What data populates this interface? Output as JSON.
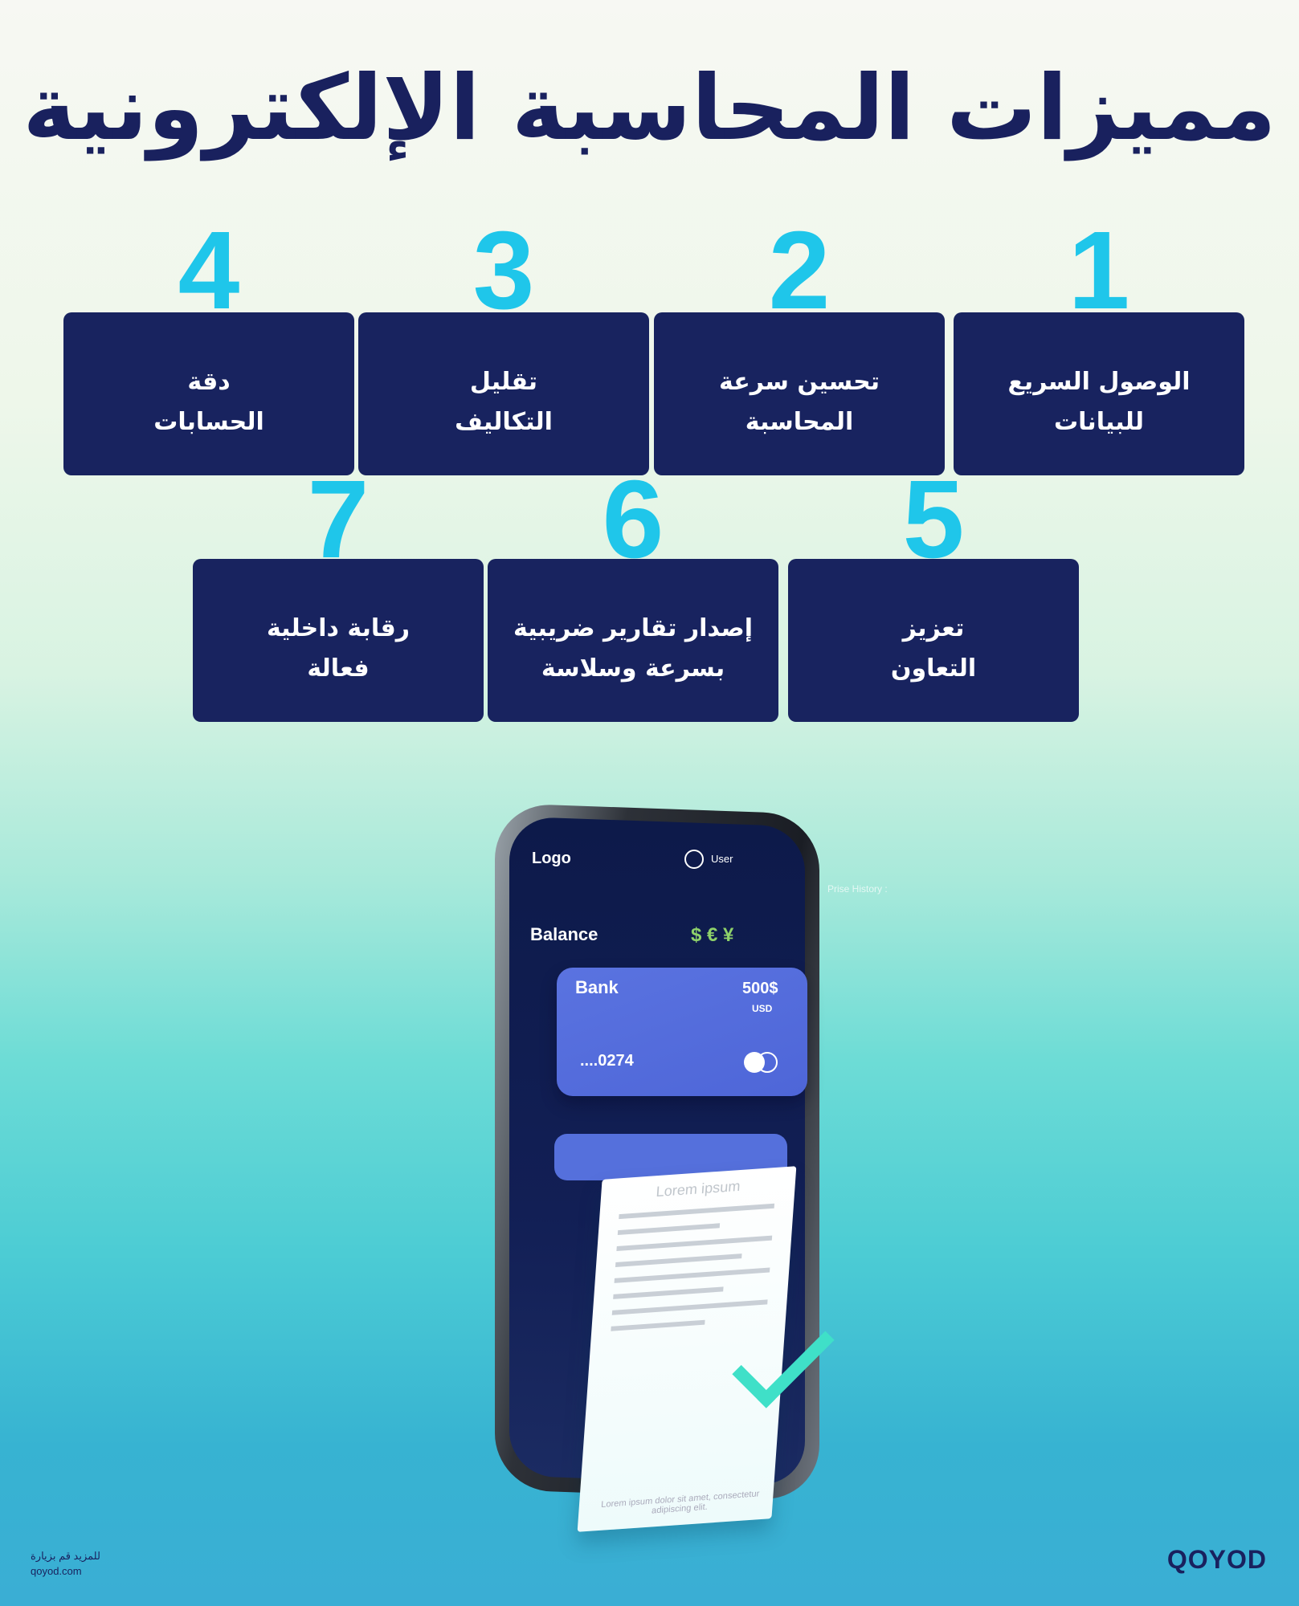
{
  "title": "مميزات المحاسبة الإلكترونية",
  "features": [
    {
      "number": "1",
      "line1": "الوصول السريع",
      "line2": "للبيانات"
    },
    {
      "number": "2",
      "line1": "تحسين سرعة",
      "line2": "المحاسبة"
    },
    {
      "number": "3",
      "line1": "تقليل",
      "line2": "التكاليف"
    },
    {
      "number": "4",
      "line1": "دقة",
      "line2": "الحسابات"
    },
    {
      "number": "5",
      "line1": "تعزيز",
      "line2": "التعاون"
    },
    {
      "number": "6",
      "line1": "إصدار تقارير ضريبية",
      "line2": "بسرعة وسلاسة"
    },
    {
      "number": "7",
      "line1": "رقابة داخلية",
      "line2": "فعالة"
    }
  ],
  "phone": {
    "logo": "Logo",
    "user": "User",
    "balance": "Balance",
    "currencies": "$ € ¥",
    "bank": "Bank",
    "amount": "500$",
    "currency": "USD",
    "card_digits": "....0274",
    "receipt_title": "Lorem ipsum",
    "receipt_footer": "Lorem ipsum dolor sit amet, consectetur adipiscing elit."
  },
  "side": {
    "history": "Prise History :"
  },
  "footer": {
    "visit": "للمزيد قم بزيارة",
    "site": "qoyod.com",
    "brand": "QOYOD"
  },
  "colors": {
    "navy": "#18235f",
    "cyan": "#1fc6ea"
  }
}
